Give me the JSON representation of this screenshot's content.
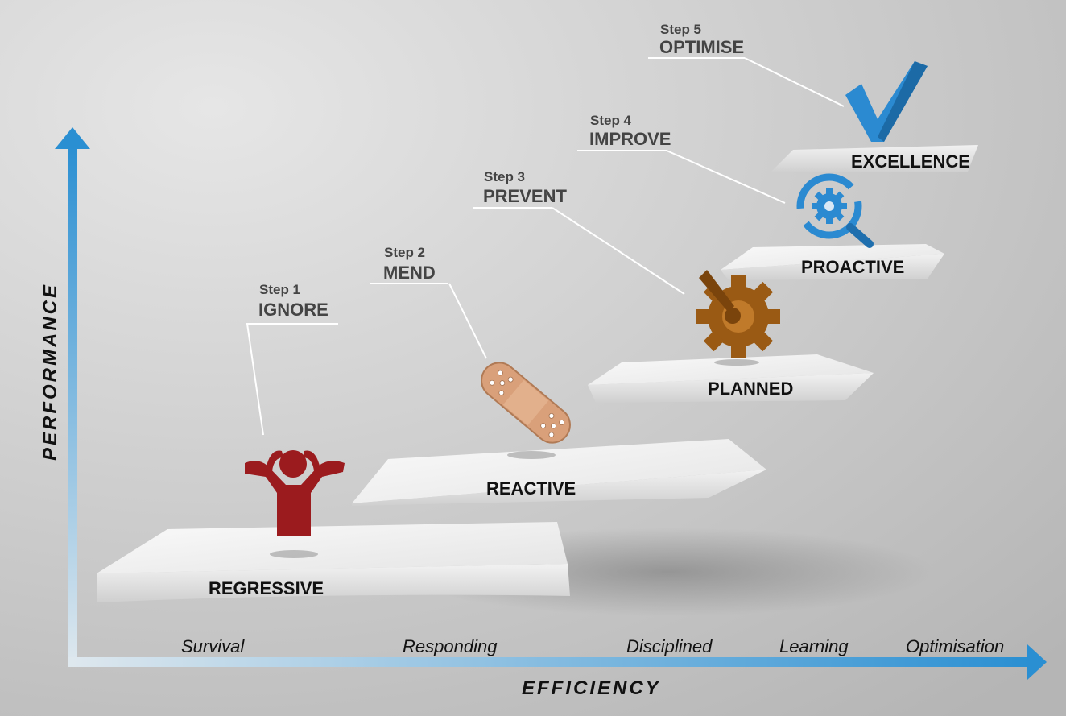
{
  "axes": {
    "y_label": "PERFORMANCE",
    "x_label": "EFFICIENCY"
  },
  "x_stages": [
    "Survival",
    "Responding",
    "Disciplined",
    "Learning",
    "Optimisation"
  ],
  "steps": [
    {
      "step": "Step 1",
      "title": "IGNORE",
      "level": "REGRESSIVE",
      "icon": "person-hands-on-head-icon"
    },
    {
      "step": "Step 2",
      "title": "MEND",
      "level": "REACTIVE",
      "icon": "bandage-icon"
    },
    {
      "step": "Step 3",
      "title": "PREVENT",
      "level": "PLANNED",
      "icon": "gear-wrench-icon"
    },
    {
      "step": "Step 4",
      "title": "IMPROVE",
      "level": "PROACTIVE",
      "icon": "gear-refresh-magnifier-icon"
    },
    {
      "step": "Step 5",
      "title": "OPTIMISE",
      "level": "EXCELLENCE",
      "icon": "checkmark-icon"
    }
  ],
  "colors": {
    "axis": "#2f8fd0",
    "person": "#9b1b1e",
    "bandage": "#d9a07a",
    "gear": "#9a5a14",
    "blue_icon": "#2b8ad1"
  }
}
